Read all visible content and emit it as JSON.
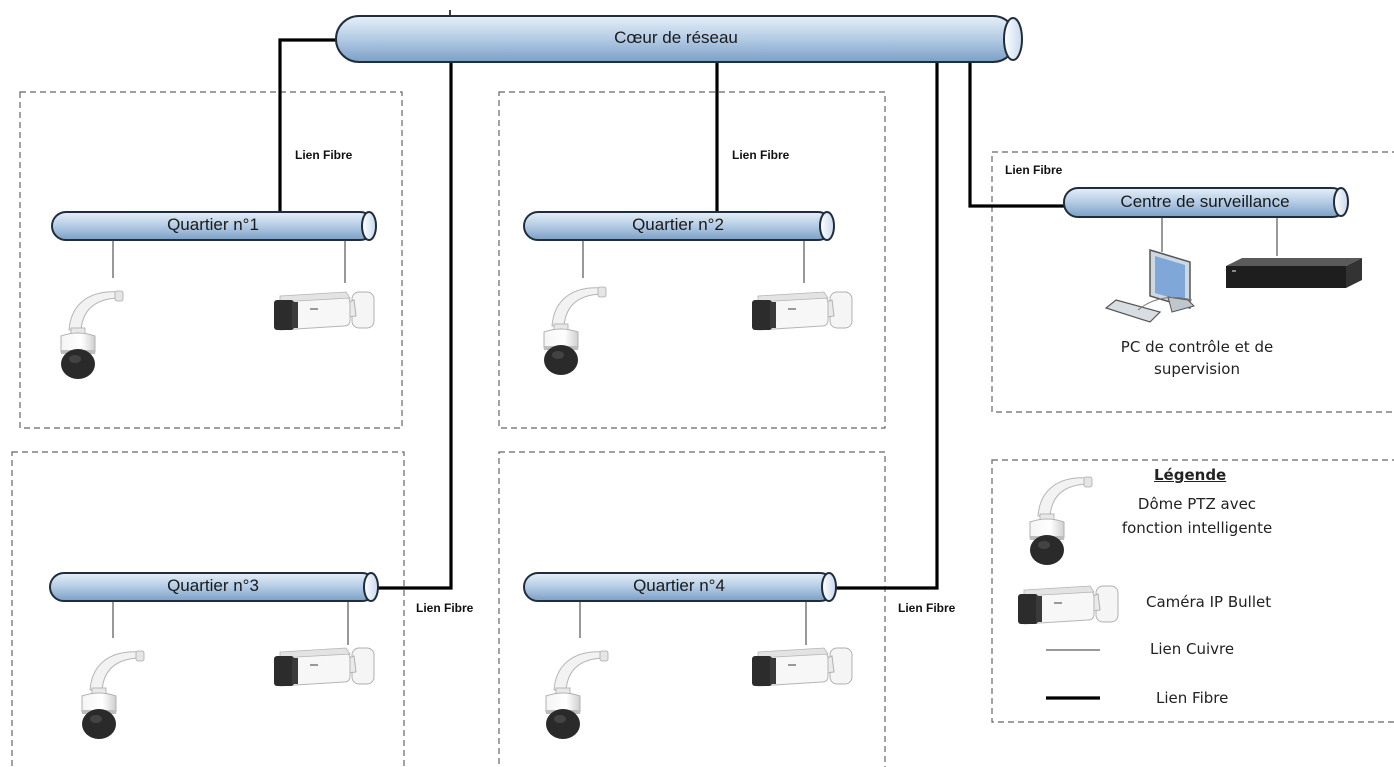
{
  "core": {
    "label": "Cœur de réseau"
  },
  "districts": [
    {
      "label": "Quartier n°1",
      "link_label": "Lien Fibre"
    },
    {
      "label": "Quartier n°2",
      "link_label": "Lien Fibre"
    },
    {
      "label": "Quartier n°3",
      "link_label": "Lien Fibre"
    },
    {
      "label": "Quartier n°4",
      "link_label": "Lien Fibre"
    }
  ],
  "surveillance": {
    "label": "Centre de surveillance",
    "link_label": "Lien Fibre",
    "pc_caption_line1": "PC de contrôle et de",
    "pc_caption_line2": "supervision"
  },
  "legend": {
    "title": "Légende",
    "ptz_line1": "Dôme PTZ avec",
    "ptz_line2": "fonction intelligente",
    "bullet": "Caméra IP Bullet",
    "copper": "Lien Cuivre",
    "fiber": "Lien Fibre"
  },
  "colors": {
    "bus_fill_top": "#dbe8f5",
    "bus_fill_bottom": "#7fa6cc",
    "bus_stroke": "#1f2d3d",
    "fiber": "#000000",
    "dashed_border": "#555555"
  }
}
